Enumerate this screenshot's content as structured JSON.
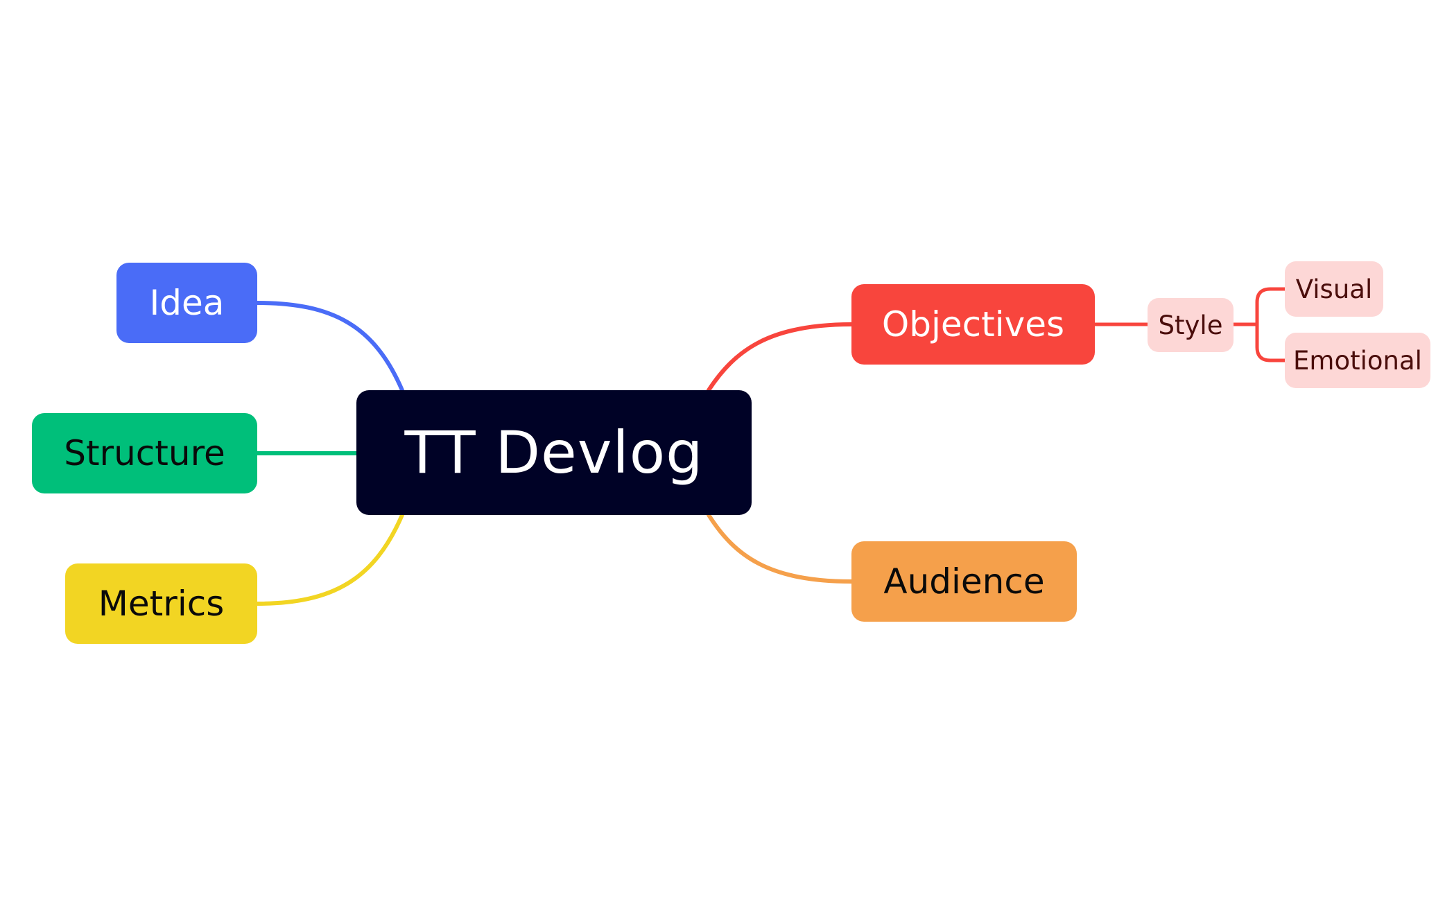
{
  "diagram": {
    "type": "mind-map",
    "root": {
      "label": "TT Devlog",
      "bg": "#000226",
      "fg": "#ffffff"
    },
    "left_branches": [
      {
        "label": "Idea",
        "bg": "#4a6cf7",
        "fg": "#ffffff",
        "line": "#4a6cf7"
      },
      {
        "label": "Structure",
        "bg": "#00bf7a",
        "fg": "#0a0a0a",
        "line": "#00bf7a"
      },
      {
        "label": "Metrics",
        "bg": "#f2d523",
        "fg": "#0a0a0a",
        "line": "#f2d523"
      }
    ],
    "right_branches": [
      {
        "label": "Objectives",
        "bg": "#f8453d",
        "fg": "#ffffff",
        "line": "#f8453d",
        "children": [
          {
            "label": "Style",
            "bg": "#fdd7d6",
            "fg": "#4a0d0b",
            "line": "#f8453d",
            "children": [
              {
                "label": "Visual",
                "bg": "#fdd7d6",
                "fg": "#4a0d0b"
              },
              {
                "label": "Emotional",
                "bg": "#fdd7d6",
                "fg": "#4a0d0b"
              }
            ]
          }
        ]
      },
      {
        "label": "Audience",
        "bg": "#f5a04b",
        "fg": "#0a0a0a",
        "line": "#f5a04b",
        "children": []
      }
    ]
  }
}
